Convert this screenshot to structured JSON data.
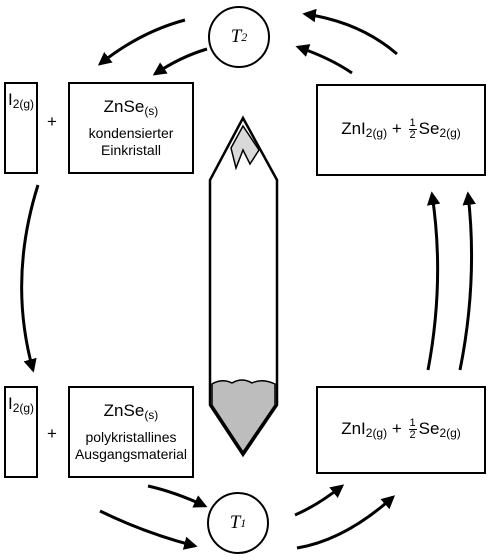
{
  "temperatures": {
    "top": {
      "symbol": "T",
      "index": "2"
    },
    "bottom": {
      "symbol": "T",
      "index": "1"
    }
  },
  "top_left": {
    "iodine": {
      "formula": "I",
      "state": "2(g)"
    },
    "plus": "+",
    "znse": {
      "formula": "ZnSe",
      "state": "(s)",
      "line1": "kondensierter",
      "line2": "Einkristall"
    }
  },
  "bottom_left": {
    "iodine": {
      "formula": "I",
      "state": "2(g)"
    },
    "plus": "+",
    "znse": {
      "formula": "ZnSe",
      "state": "(s)",
      "line1": "polykristallines",
      "line2": "Ausgangsmaterial"
    }
  },
  "top_right": {
    "znI": "ZnI",
    "znI_sub": "2(g)",
    "plus": "+",
    "frac_num": "1",
    "frac_den": "2",
    "se": "Se",
    "se_sub": "2(g)"
  },
  "bottom_right": {
    "znI": "ZnI",
    "znI_sub": "2(g)",
    "plus": "+",
    "frac_num": "1",
    "frac_den": "2",
    "se": "Se",
    "se_sub": "2(g)"
  }
}
